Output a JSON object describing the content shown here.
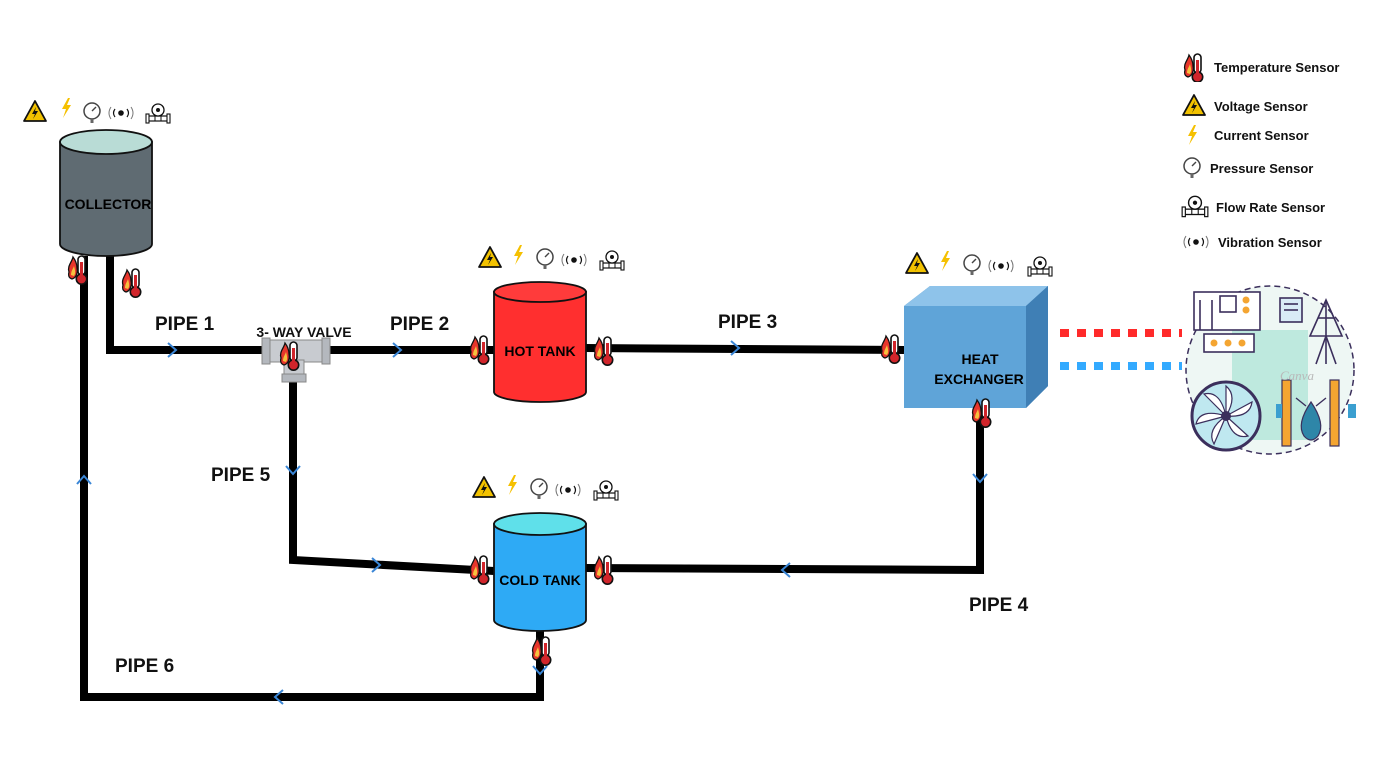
{
  "legend": {
    "items": [
      {
        "icon": "temperature-sensor-icon",
        "label": "Temperature  Sensor"
      },
      {
        "icon": "voltage-sensor-icon",
        "label": "Voltage  Sensor"
      },
      {
        "icon": "current-sensor-icon",
        "label": "Current Sensor"
      },
      {
        "icon": "pressure-sensor-icon",
        "label": "Pressure Sensor"
      },
      {
        "icon": "flow-rate-sensor-icon",
        "label": "Flow Rate Sensor"
      },
      {
        "icon": "vibration-sensor-icon",
        "label": "Vibration Sensor"
      }
    ]
  },
  "components": {
    "collector": "COLLECTOR",
    "hot_tank": "HOT TANK",
    "cold_tank": "COLD TANK",
    "heat_exchanger_line1": "HEAT",
    "heat_exchanger_line2": "EXCHANGER",
    "valve": "3- WAY VALVE"
  },
  "pipes": {
    "pipe1": "PIPE 1",
    "pipe2": "PIPE 2",
    "pipe3": "PIPE 3",
    "pipe4": "PIPE 4",
    "pipe5": "PIPE 5",
    "pipe6": "PIPE 6"
  },
  "watermark": "Canva",
  "colors": {
    "pipe": "#000000",
    "flow_arrow": "#3a86d6",
    "collector": "#5f6b72",
    "collector_top": "#b9dcd6",
    "hot_tank": "#ff2f2f",
    "hot_tank_top": "#ff3b3b",
    "cold_tank": "#2eaaf5",
    "cold_tank_top": "#5fe0ea",
    "heat_exchanger_front": "#5fa4d8",
    "heat_exchanger_top": "#8ec3ea",
    "heat_exchanger_side": "#4a8cc2",
    "hot_line": "#ff2a2a",
    "cold_line": "#33aaff",
    "sensor_red": "#d1252b",
    "voltage_yellow": "#f2c200"
  }
}
